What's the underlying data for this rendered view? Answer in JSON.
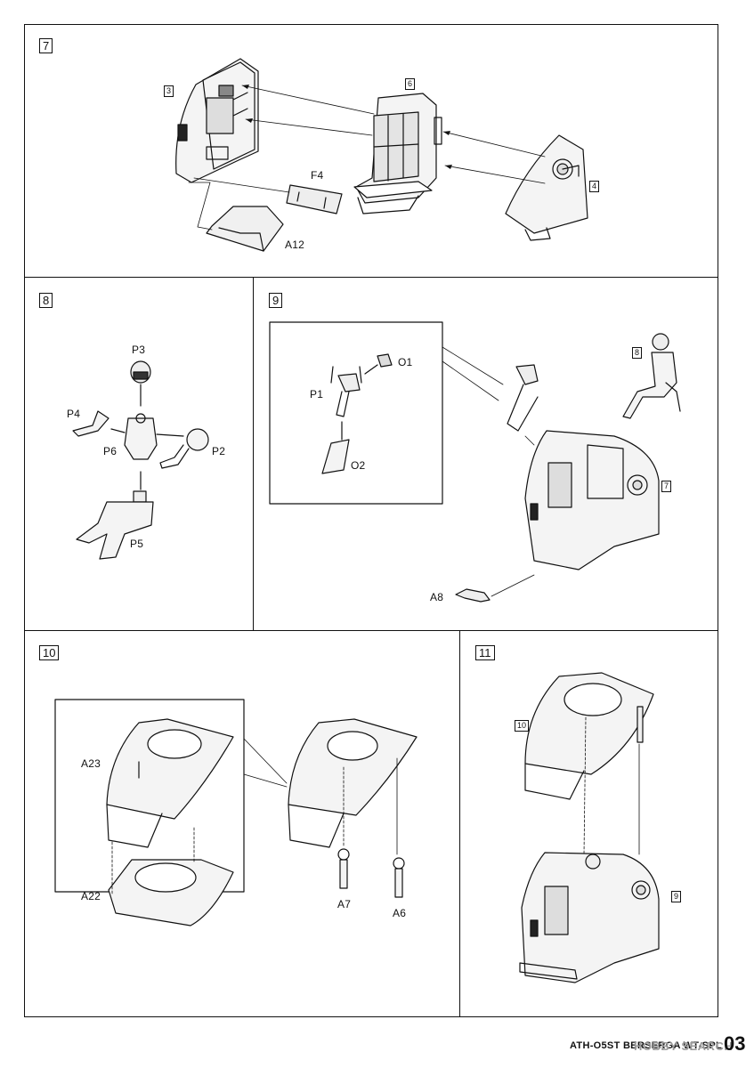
{
  "steps": {
    "s7": {
      "number": "7",
      "refs": [
        "3",
        "6",
        "4"
      ],
      "parts": [
        "F4",
        "A12"
      ]
    },
    "s8": {
      "number": "8",
      "parts": [
        "P3",
        "P4",
        "P6",
        "P2",
        "P5"
      ]
    },
    "s9": {
      "number": "9",
      "refs": [
        "8",
        "7"
      ],
      "parts": [
        "O1",
        "P1",
        "O2",
        "A8"
      ]
    },
    "s10": {
      "number": "10",
      "parts": [
        "A23",
        "A22",
        "A7",
        "A6"
      ]
    },
    "s11": {
      "number": "11",
      "refs": [
        "10",
        "9"
      ]
    }
  },
  "footer": {
    "code": "ATH-O5ST BERSERGA WT-SPL",
    "page": "03",
    "watermark": "HOBBY SEARCH"
  }
}
